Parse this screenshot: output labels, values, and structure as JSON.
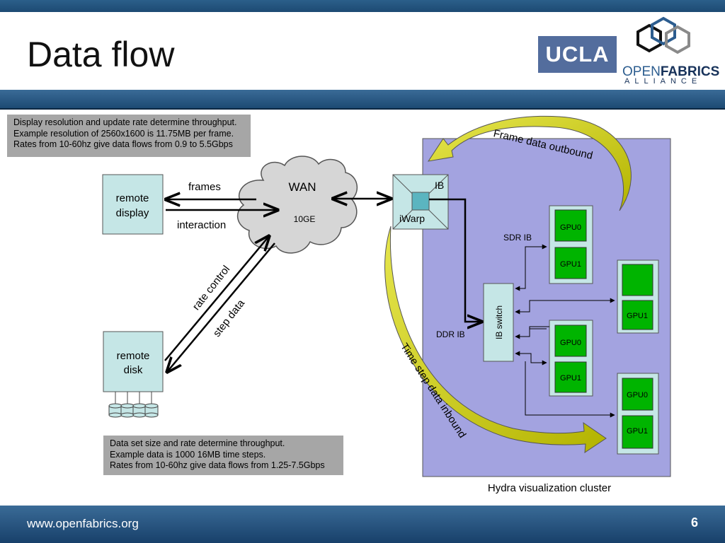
{
  "slide": {
    "title": "Data flow",
    "page_number": "6",
    "footer_url": "www.openfabrics.org"
  },
  "logos": {
    "ucla": "UCLA",
    "ofa_open": "OPEN",
    "ofa_fabrics": "FABRICS",
    "ofa_alliance": "ALLIANCE"
  },
  "notes": {
    "display": [
      "Display resolution and update rate determine throughput.",
      "Example resolution of 2560x1600 is 11.75MB per frame.",
      "Rates from 10-60hz give data flows from 0.9 to 5.5Gbps"
    ],
    "disk": [
      "Data set size and rate determine throughput.",
      "Example data is 1000 16MB time steps.",
      "Rates from 10-60hz give data flows from 1.25-7.5Gbps"
    ]
  },
  "diagram": {
    "remote_display": [
      "remote",
      "display"
    ],
    "remote_disk": [
      "remote",
      "disk"
    ],
    "wan_label": "WAN",
    "wan_speed": "10GE",
    "frames": "frames",
    "interaction": "interaction",
    "rate_control": "rate control",
    "step_data": "step data",
    "ib": "IB",
    "iwarp": "iWarp",
    "sdr_ib": "SDR IB",
    "ddr_ib": "DDR IB",
    "ib_switch": "IB switch",
    "frame_outbound": "Frame data outbound",
    "time_step_inbound": "Time step data inbound",
    "cluster_caption": "Hydra visualization cluster",
    "gpu0": "GPU0",
    "gpu1": "GPU1"
  },
  "colors": {
    "cluster_bg": "#a3a3e0",
    "node_fill": "#c5e6e6",
    "gpu_green": "#00b400",
    "arrow_yellow": "#cccc00",
    "note_gray": "#a6a6a6",
    "header_blue": "#1d4a73"
  }
}
